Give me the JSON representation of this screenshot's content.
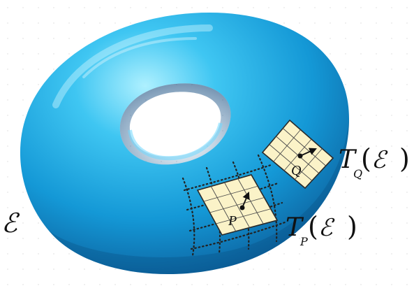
{
  "figure": {
    "manifold_label": "ℰ",
    "point_p": {
      "label": "P",
      "tangent_script": "T",
      "tangent_subscript": "P",
      "tangent_open": "(",
      "tangent_arg": "ℰ",
      "tangent_close": ")"
    },
    "point_q": {
      "label": "Q",
      "tangent_script": "T",
      "tangent_subscript": "Q",
      "tangent_open": "(",
      "tangent_arg": "ℰ",
      "tangent_close": ")"
    }
  },
  "colors": {
    "torus_light": "#8fe6ff",
    "torus_mid": "#1fb4e8",
    "torus_dark": "#0a4e8a",
    "tangent_plane_fill": "#fbf3c8",
    "tangent_plane_stroke": "#2a2a2a",
    "dots": "#222222"
  },
  "icons": {
    "tangent_vector_p": "arrow-icon",
    "tangent_vector_q": "arrow-icon"
  }
}
